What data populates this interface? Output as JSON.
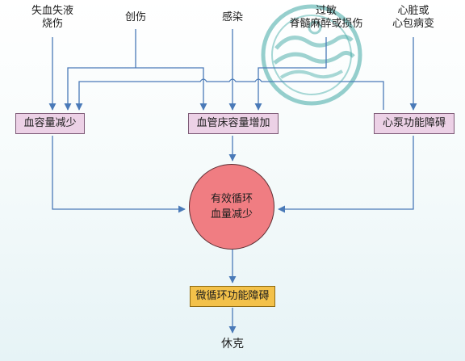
{
  "causes": {
    "blood_loss_line1": "失血失液",
    "blood_loss_line2": "烧伤",
    "trauma": "创伤",
    "infection": "感染",
    "allergy_line1": "过敏",
    "allergy_line2": "脊髓麻醉或损伤",
    "heart_line1": "心脏或",
    "heart_line2": "心包病变"
  },
  "mechanisms": {
    "blood_volume": "血容量减少",
    "vascular_bed": "血管床容量增加",
    "cardiac_pump": "心泵功能障碍"
  },
  "center": {
    "line1": "有效循环",
    "line2": "血量减少"
  },
  "micro": "微循环功能障碍",
  "result": "休克",
  "colors": {
    "arrow": "#4a7ab8",
    "mechanism_box": "#ecd1e6",
    "circle": "#f07d82",
    "micro_box": "#f3c14a",
    "watermark": "#3fa8a4"
  }
}
